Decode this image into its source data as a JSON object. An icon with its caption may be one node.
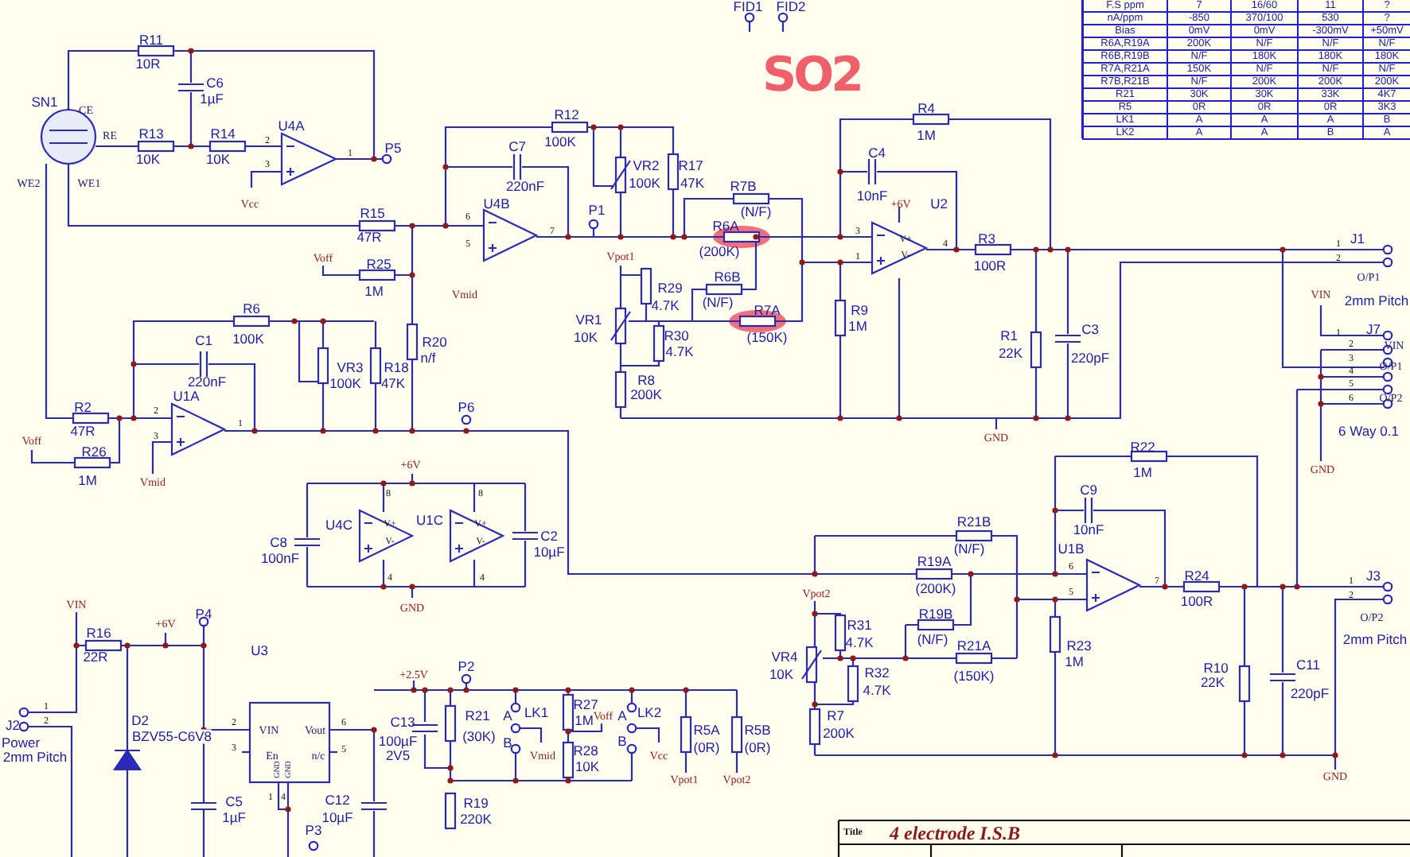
{
  "diagram": {
    "title": "4 electrode I.S.B",
    "labels": [
      "FID1",
      "FID2",
      "SO2",
      "R11",
      "10R",
      "C6",
      "SN1",
      "1µF",
      "CE",
      "RE",
      "WE2",
      "WE1",
      "R13",
      "10K",
      "R14",
      "10K",
      "U4A",
      "2",
      "3",
      "1",
      "P5",
      "Vcc",
      "R12",
      "100K",
      "C7",
      "220nF",
      "VR2",
      "100K",
      "R17",
      "47K",
      "R4",
      "1M",
      "C4",
      "10nF",
      "R7B",
      "R15",
      "U4B",
      "6",
      "P1",
      "(N/F)",
      "47R",
      "7",
      "5",
      "R6A",
      "(200K)",
      "+6V",
      "U2",
      "3",
      "1",
      "V+",
      "V-",
      "4",
      "R3",
      "100R",
      "Voff",
      "R25",
      "1M",
      "Vmid",
      "Vpot1",
      "R29",
      "4.7K",
      "R6B",
      "(N/F)",
      "VR1",
      "R7A",
      "R9",
      "10K",
      "R30",
      "(150K)",
      "1M",
      "4.7K",
      "R1",
      "22K",
      "C3",
      "220pF",
      "R8",
      "200K",
      "GND",
      "J1",
      "1",
      "2",
      "O/P1",
      "VIN",
      "2mm Pitch",
      "R6",
      "C1",
      "100K",
      "220nF",
      "VR3",
      "100K",
      "R18",
      "47K",
      "R20",
      "n/f",
      "J7",
      "1",
      "2",
      "VIN",
      "3",
      "O/P1",
      "4",
      "5",
      "6",
      "O/P2",
      "R2",
      "47R",
      "U1A",
      "2",
      "3",
      "1",
      "P6",
      "6 Way 0.1",
      "Voff",
      "R26",
      "1M",
      "Vmid",
      "GND",
      "R22",
      "1M",
      "+6V",
      "8",
      "8",
      "C9",
      "10nF",
      "U4C",
      "V+",
      "V-",
      "U1C",
      "V+",
      "V-",
      "C8",
      "100nF",
      "C2",
      "10µF",
      "R21B",
      "(N/F)",
      "U1B",
      "6",
      "5",
      "7",
      "R19A",
      "(200K)",
      "R24",
      "100R",
      "J3",
      "1",
      "2",
      "4",
      "4",
      "VIN",
      "P4",
      "GND",
      "Vpot2",
      "R19B",
      "O/P2",
      "R16",
      "+6V",
      "R31",
      "4.7K",
      "(N/F)",
      "2mm Pitch",
      "22R",
      "U3",
      "R21A",
      "R23",
      "P2",
      "VR4",
      "1M",
      "R10",
      "C11",
      "+2.5V",
      "10K",
      "R32",
      "(150K)",
      "22K",
      "4.7K",
      "220pF",
      "1",
      "R21",
      "A",
      "LK1",
      "R27",
      "A",
      "LK2",
      "R7",
      "J2",
      "2",
      "D2",
      "2",
      "6",
      "C13",
      "1M",
      "Voff",
      "BZV55-C6V8",
      "VIN",
      "Vout",
      "(30K)",
      "R5A",
      "R5B",
      "200K",
      "Power",
      "100µF",
      "B",
      "B",
      "2mm Pitch",
      "3",
      "En",
      "n/c",
      "5",
      "2V5",
      "Vmid",
      "R28",
      "Vcc",
      "(0R)",
      "(0R)",
      "GND",
      "GND",
      "10K",
      "Vpot1",
      "Vpot2",
      "GND",
      "C5",
      "1",
      "4",
      "C12",
      "R19",
      "1µF",
      "10µF",
      "220K",
      "P3",
      "Title",
      "F.S ppm",
      "7",
      "16/60",
      "11",
      "?",
      "nA/ppm",
      "-850",
      "370/100",
      "530",
      "?",
      "Bias",
      "0mV",
      "0mV",
      "-300mV",
      "+50mV",
      "R6A,R19A",
      "200K",
      "N/F",
      "N/F",
      "N/F",
      "R6B,R19B",
      "N/F",
      "180K",
      "180K",
      "180K",
      "R7A,R21A",
      "150K",
      "N/F",
      "N/F",
      "N/F",
      "R7B,R21B",
      "N/F",
      "200K",
      "200K",
      "200K",
      "R21",
      "30K",
      "30K",
      "33K",
      "4K7",
      "R5",
      "0R",
      "0R",
      "0R",
      "3K3",
      "LK1",
      "A",
      "A",
      "A",
      "B",
      "LK2",
      "A",
      "A",
      "B",
      "A"
    ]
  }
}
